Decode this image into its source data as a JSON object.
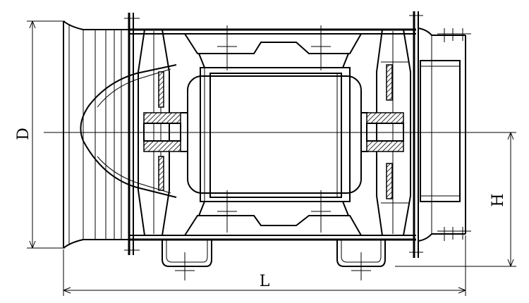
{
  "dimensions": {
    "diameter_label": "D",
    "height_label": "H",
    "length_label": "L"
  }
}
